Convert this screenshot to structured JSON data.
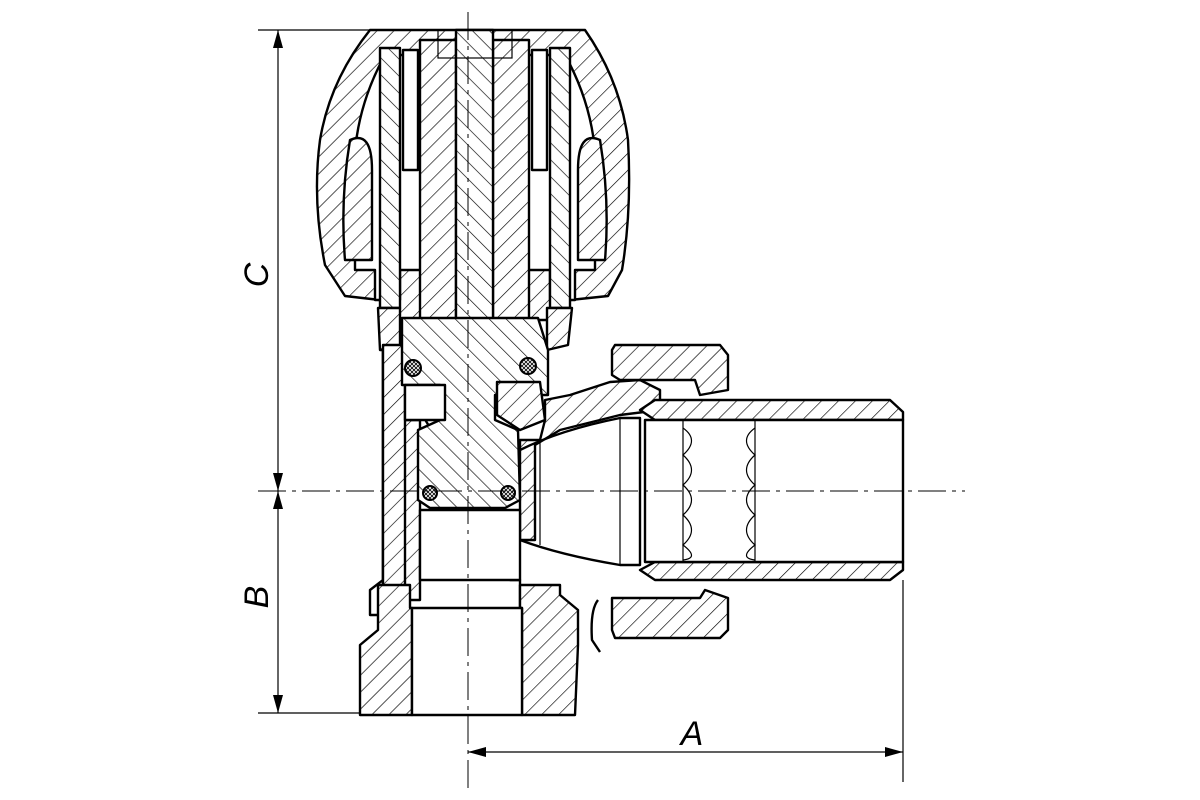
{
  "drawing": {
    "subject": "radiator-angle-valve-cross-section",
    "dimensions": {
      "a": "A",
      "b": "B",
      "c": "C"
    }
  }
}
